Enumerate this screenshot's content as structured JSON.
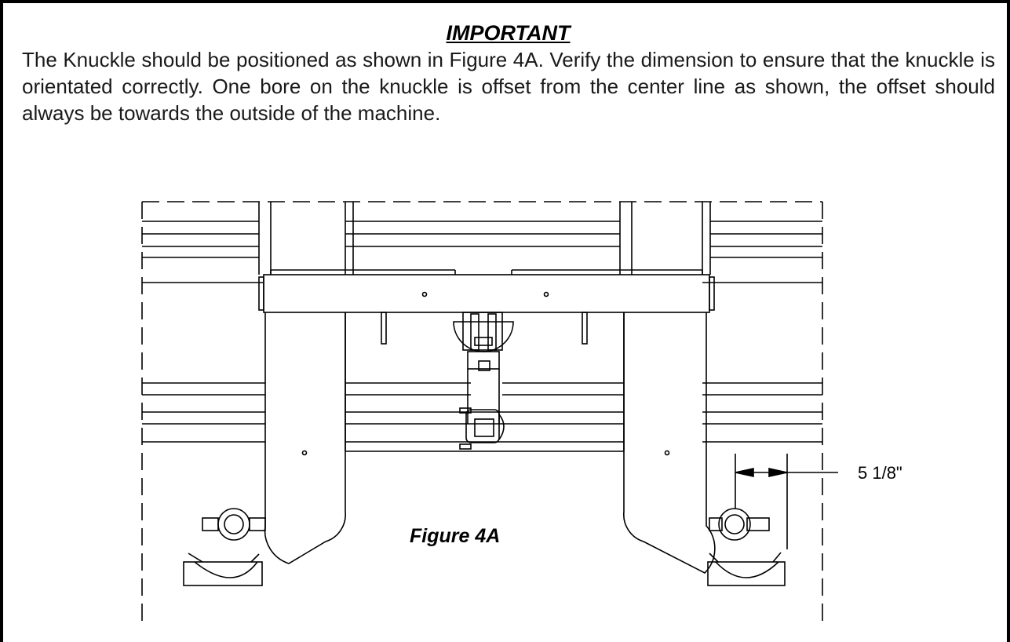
{
  "notice": {
    "heading": "IMPORTANT",
    "body": "The Knuckle should be positioned as shown in Figure 4A.  Verify the dimension to ensure that the knuckle is orientated correctly.  One bore on the knuckle is offset from the center line as shown, the offset should always be towards the outside of the machine."
  },
  "figure": {
    "label": "Figure 4A",
    "dimension": "5 1/8\""
  }
}
